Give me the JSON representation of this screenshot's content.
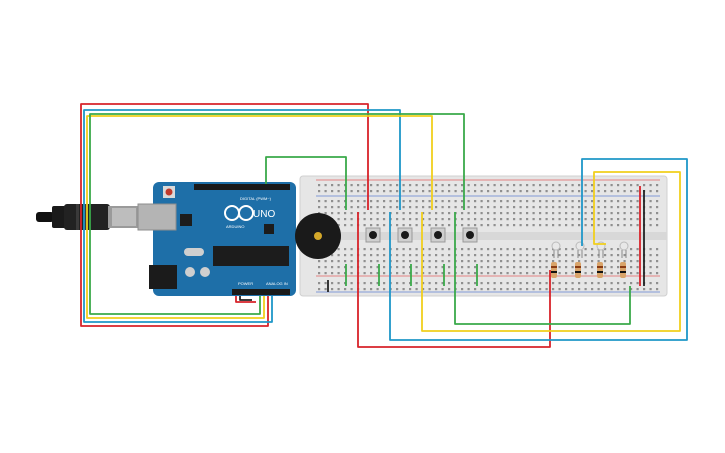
{
  "board": {
    "brand": "ARDUINO",
    "model": "UNO",
    "digital_header_label": "DIGITAL (PWM~)",
    "power_label": "POWER",
    "analog_label": "ANALOG IN"
  },
  "colors": {
    "wire_red": "#d8232a",
    "wire_blue": "#1f97c8",
    "wire_yellow": "#f1cf1d",
    "wire_green": "#3aa94a",
    "board_blue": "#1e6fa8",
    "breadboard": "#e6e6e6"
  },
  "icons": {
    "usb_cable": "usb-cable-icon",
    "arduino_logo": "infinity-logo-icon",
    "buzzer": "piezo-buzzer-icon",
    "pushbutton": "pushbutton-icon",
    "led": "led-icon",
    "resistor": "resistor-icon"
  }
}
